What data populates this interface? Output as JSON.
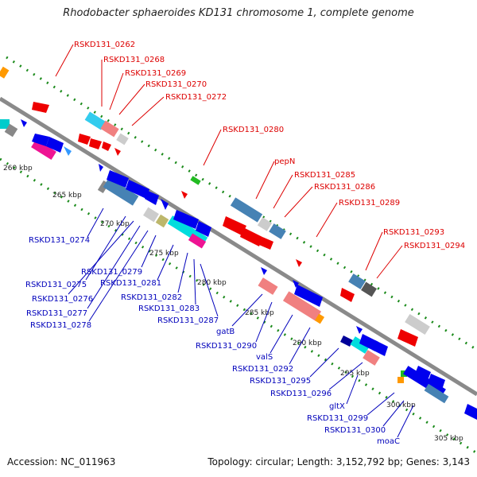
{
  "title": "Rhodobacter sphaeroides KD131 chromosome 1, complete genome",
  "footer": {
    "accession": "Accession: NC_011963",
    "summary": "Topology: circular; Length: 3,152,792 bp; Genes: 3,143"
  },
  "colors": {
    "backbone": "#8a8a8a",
    "forward_label": "#dd0000",
    "reverse_label": "#0000bb",
    "tick": "#1a8a1a"
  },
  "scale_labels": [
    "260 kbp",
    "265 kbp",
    "270 kbp",
    "275 kbp",
    "280 kbp",
    "285 kbp",
    "290 kbp",
    "295 kbp",
    "300 kbp",
    "305 kbp"
  ],
  "forward_genes": [
    "RSKD131_0262",
    "RSKD131_0268",
    "RSKD131_0269",
    "RSKD131_0270",
    "RSKD131_0272",
    "RSKD131_0280",
    "pepN",
    "RSKD131_0285",
    "RSKD131_0286",
    "RSKD131_0289",
    "RSKD131_0293",
    "RSKD131_0294"
  ],
  "reverse_genes": [
    "RSKD131_0274",
    "RSKD131_0275",
    "RSKD131_0276",
    "RSKD131_0277",
    "RSKD131_0278",
    "RSKD131_0279",
    "RSKD131_0281",
    "RSKD131_0282",
    "RSKD131_0283",
    "RSKD131_0287",
    "gatB",
    "RSKD131_0290",
    "valS",
    "RSKD131_0292",
    "RSKD131_0295",
    "RSKD131_0296",
    "gltX",
    "RSKD131_0299",
    "RSKD131_0300",
    "moaC"
  ]
}
